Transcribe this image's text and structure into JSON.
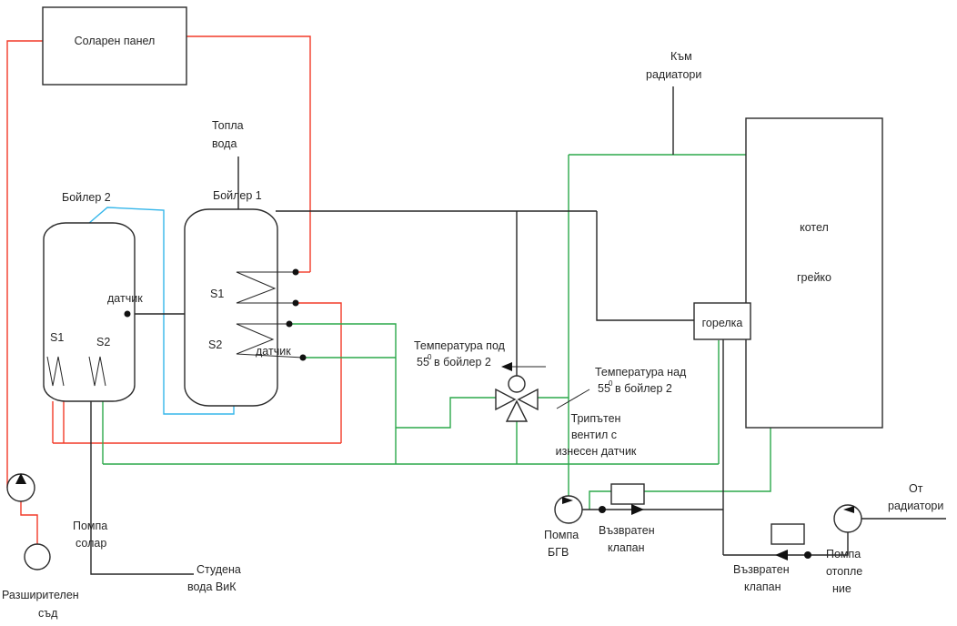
{
  "diagram": {
    "title_hint": "Solar / boiler heating scheme",
    "solar_panel": {
      "label": "Соларен панел"
    },
    "hot_water": {
      "line1": "Топла",
      "line2": "вода"
    },
    "boiler2": {
      "label": "Бойлер 2",
      "s1": "S1",
      "s2": "S2",
      "sensor": "датчик"
    },
    "boiler1": {
      "label": "Бойлер 1",
      "s1": "S1",
      "s2": "S2",
      "sensor": "датчик"
    },
    "to_radiators": {
      "line1": "Към",
      "line2": "радиатори"
    },
    "kotel": {
      "line1": "котел",
      "line2": "грейко"
    },
    "gorelka": {
      "label": "горелка"
    },
    "temp_below": {
      "line1": "Температура под",
      "value": "55",
      "sup": "0",
      "rest": "в бойлер 2"
    },
    "temp_above": {
      "line1": "Температура над",
      "value": "55",
      "sup": "0",
      "rest": "в бойлер 2"
    },
    "three_way_valve": {
      "line1": "Трипътен",
      "line2": "вентил с",
      "line3": "изнесен датчик"
    },
    "pump_solar": {
      "line1": "Помпа",
      "line2": "солар"
    },
    "expansion_vessel": {
      "line1": "Разширителен",
      "line2": "съд"
    },
    "cold_water": {
      "line1": "Студена",
      "line2": "вода ВиК"
    },
    "pump_bgv": {
      "line1": "Помпа",
      "line2": "БГВ"
    },
    "check_valve_1": {
      "line1": "Възвратен",
      "line2": "клапан"
    },
    "check_valve_2": {
      "line1": "Възвратен",
      "line2": "клапан"
    },
    "pump_heating": {
      "line1": "Помпа",
      "line2": "отопле",
      "line3": "ние"
    },
    "from_radiators": {
      "line1": "От",
      "line2": "радиатори"
    },
    "colors": {
      "solar_loop": "#f23a28",
      "cold_feed": "#35b6ea",
      "secondary": "#2ba84a",
      "pipe": "#262626"
    }
  }
}
